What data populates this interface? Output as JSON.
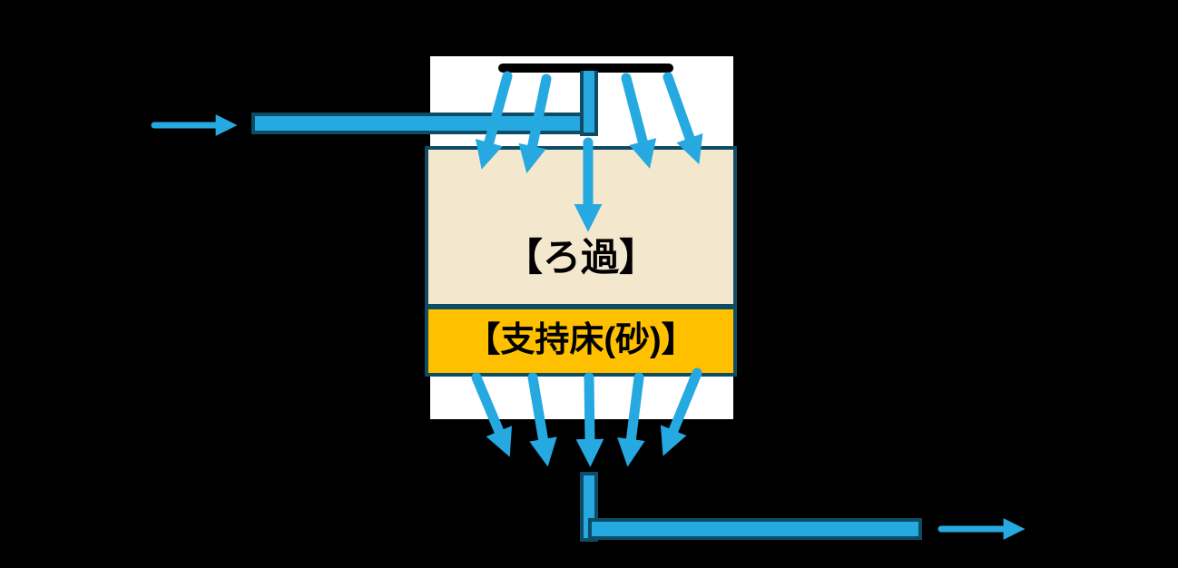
{
  "diagram": {
    "description_labels": {
      "filtration_layer": "【ろ過】",
      "support_bed_layer": "【支持床(砂)】"
    },
    "colors": {
      "background": "#000000",
      "vessel_fill": "#FFFFFF",
      "flow_blue": "#26A9E0",
      "pipe_outline": "#0E4C66",
      "top_plate": "#000000",
      "filtration_layer_fill": "#F3E8CD",
      "support_bed_fill": "#FFC000",
      "label_text": "#000000"
    },
    "flows": {
      "inlet_arrow_count": 1,
      "top_distribution_arrow_count": 4,
      "center_percolation_arrow_count": 1,
      "bottom_collection_arrow_count": 5,
      "outlet_arrow_count": 1
    }
  }
}
